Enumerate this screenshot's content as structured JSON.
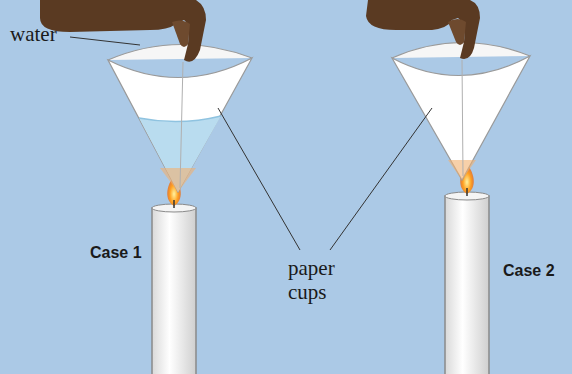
{
  "diagram": {
    "labels": [
      "water",
      "paper cups",
      "Case 1",
      "Case 2"
    ]
  }
}
